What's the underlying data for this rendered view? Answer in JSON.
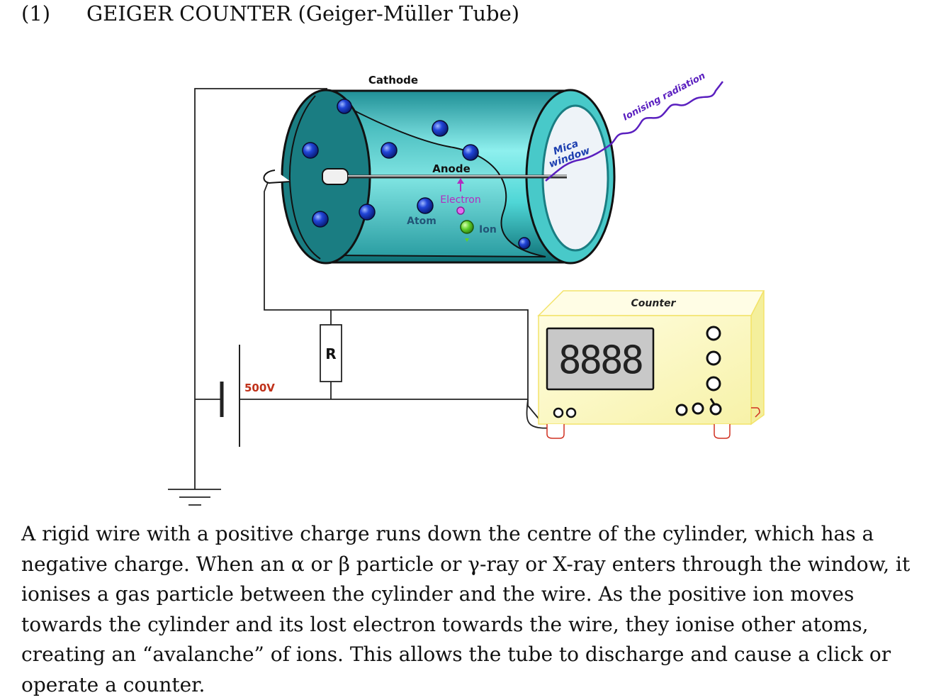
{
  "heading": {
    "number": "(1)",
    "title": "GEIGER COUNTER (Geiger-Müller Tube)"
  },
  "labels": {
    "cathode": "Cathode",
    "anode": "Anode",
    "electron": "Electron",
    "atom": "Atom",
    "ion": "Ion",
    "mica_line1": "Mica",
    "mica_line2": "window",
    "radiation": "Ionising radiation",
    "counter": "Counter",
    "display": "8888",
    "resistor": "R",
    "voltage": "500V"
  },
  "icons": [
    "geiger-muller-tube-icon",
    "counter-box-icon",
    "battery-icon",
    "resistor-icon",
    "ground-icon",
    "radiation-wave-icon"
  ],
  "colors": {
    "tube_cyan": "#4fd6d6",
    "tube_dark": "#0d6e74",
    "atom_blue": "#1d3fd0",
    "electron_purple": "#b12ec0",
    "ion_green": "#5fcf2a",
    "radiation_purple": "#5a1fbf",
    "counter_yellow": "#fdfbc8",
    "voltage_red": "#c0311a"
  },
  "paragraph": "A rigid wire with a positive charge runs down the centre of the cylinder, which has a negative charge.  When an α or β particle or γ-ray or X-ray enters through the window, it ionises a gas particle between the cylinder and the wire.  As the positive ion moves towards the cylinder and its lost electron towards the wire, they ionise other atoms, creating an “avalanche” of ions.  This allows the tube to discharge and cause a click or operate a counter."
}
